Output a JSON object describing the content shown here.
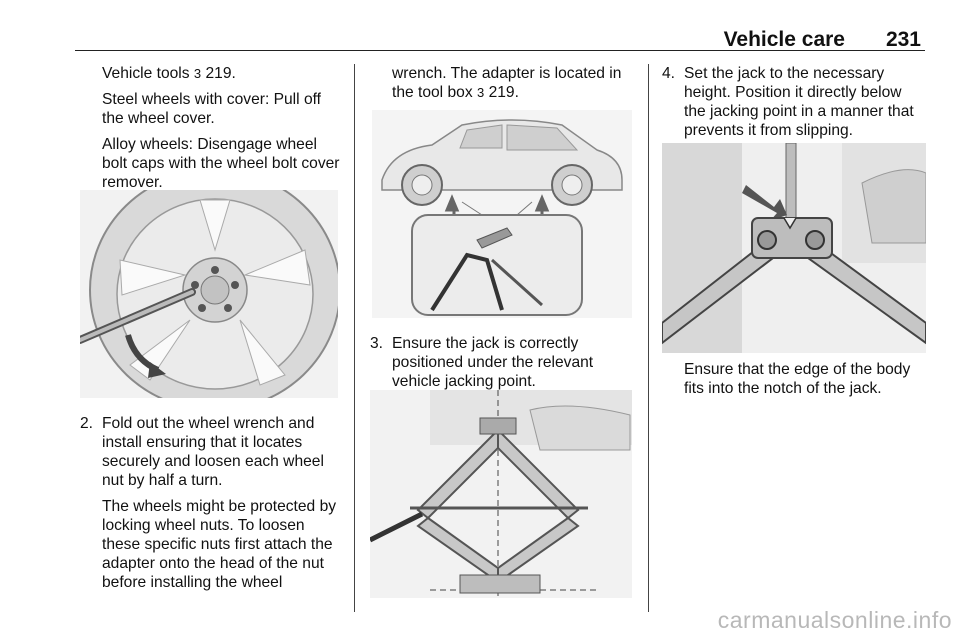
{
  "header": {
    "title": "Vehicle care",
    "page_number": "231"
  },
  "column1": {
    "ref_text": "Vehicle tools",
    "ref_page": "219.",
    "steel_wheels": "Steel wheels with cover: Pull off the wheel cover.",
    "alloy_wheels": "Alloy wheels: Disengage wheel bolt caps with the wheel bolt cover remover.",
    "step2_num": "2.",
    "step2_text": "Fold out the wheel wrench and install ensuring that it locates securely and loosen each wheel nut by half a turn.",
    "step2_note": "The wheels might be protected by locking wheel nuts. To loosen these specific nuts first attach the adapter onto the head of the nut before installing the wheel"
  },
  "column2": {
    "cont_text": "wrench. The adapter is located in the tool box",
    "cont_ref": "219.",
    "step3_num": "3.",
    "step3_text": "Ensure the jack is correctly positioned under the relevant vehicle jacking point."
  },
  "column3": {
    "step4_num": "4.",
    "step4_text": "Set the jack to the necessary height. Position it directly below the jacking point in a manner that prevents it from slipping.",
    "step4_note": "Ensure that the edge of the body fits into the notch of the jack."
  },
  "icons": {
    "ref_arrow": "3"
  },
  "footer": {
    "watermark": "carmanualsonline.info"
  }
}
